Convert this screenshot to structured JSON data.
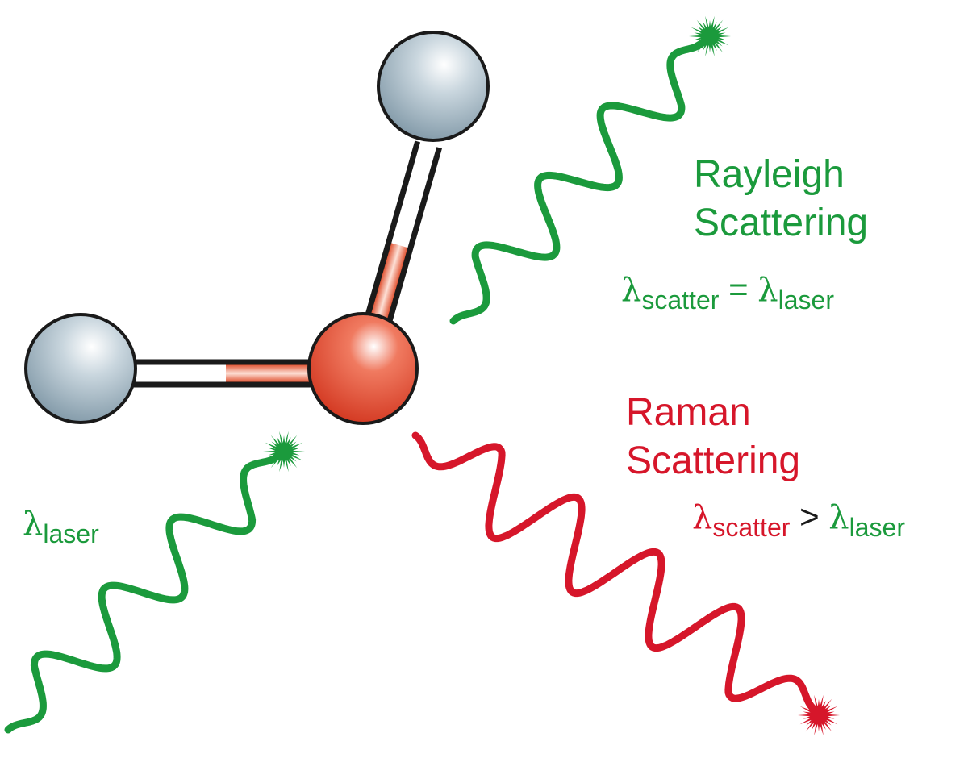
{
  "colors": {
    "green": "#1b9a3c",
    "red": "#d6162a",
    "atom_gray": "#a9bcc8",
    "atom_red": "#e8503a",
    "black": "#1a1a1a"
  },
  "rayleigh": {
    "title_line1": "Rayleigh",
    "title_line2": "Scattering",
    "lambda1": "λ",
    "sub1": "scatter",
    "op": "=",
    "lambda2": "λ",
    "sub2": "laser"
  },
  "raman": {
    "title_line1": "Raman",
    "title_line2": "Scattering",
    "lambda1": "λ",
    "sub1": "scatter",
    "op": ">",
    "lambda2": "λ",
    "sub2": "laser"
  },
  "incident": {
    "lambda": "λ",
    "sub": "laser"
  }
}
